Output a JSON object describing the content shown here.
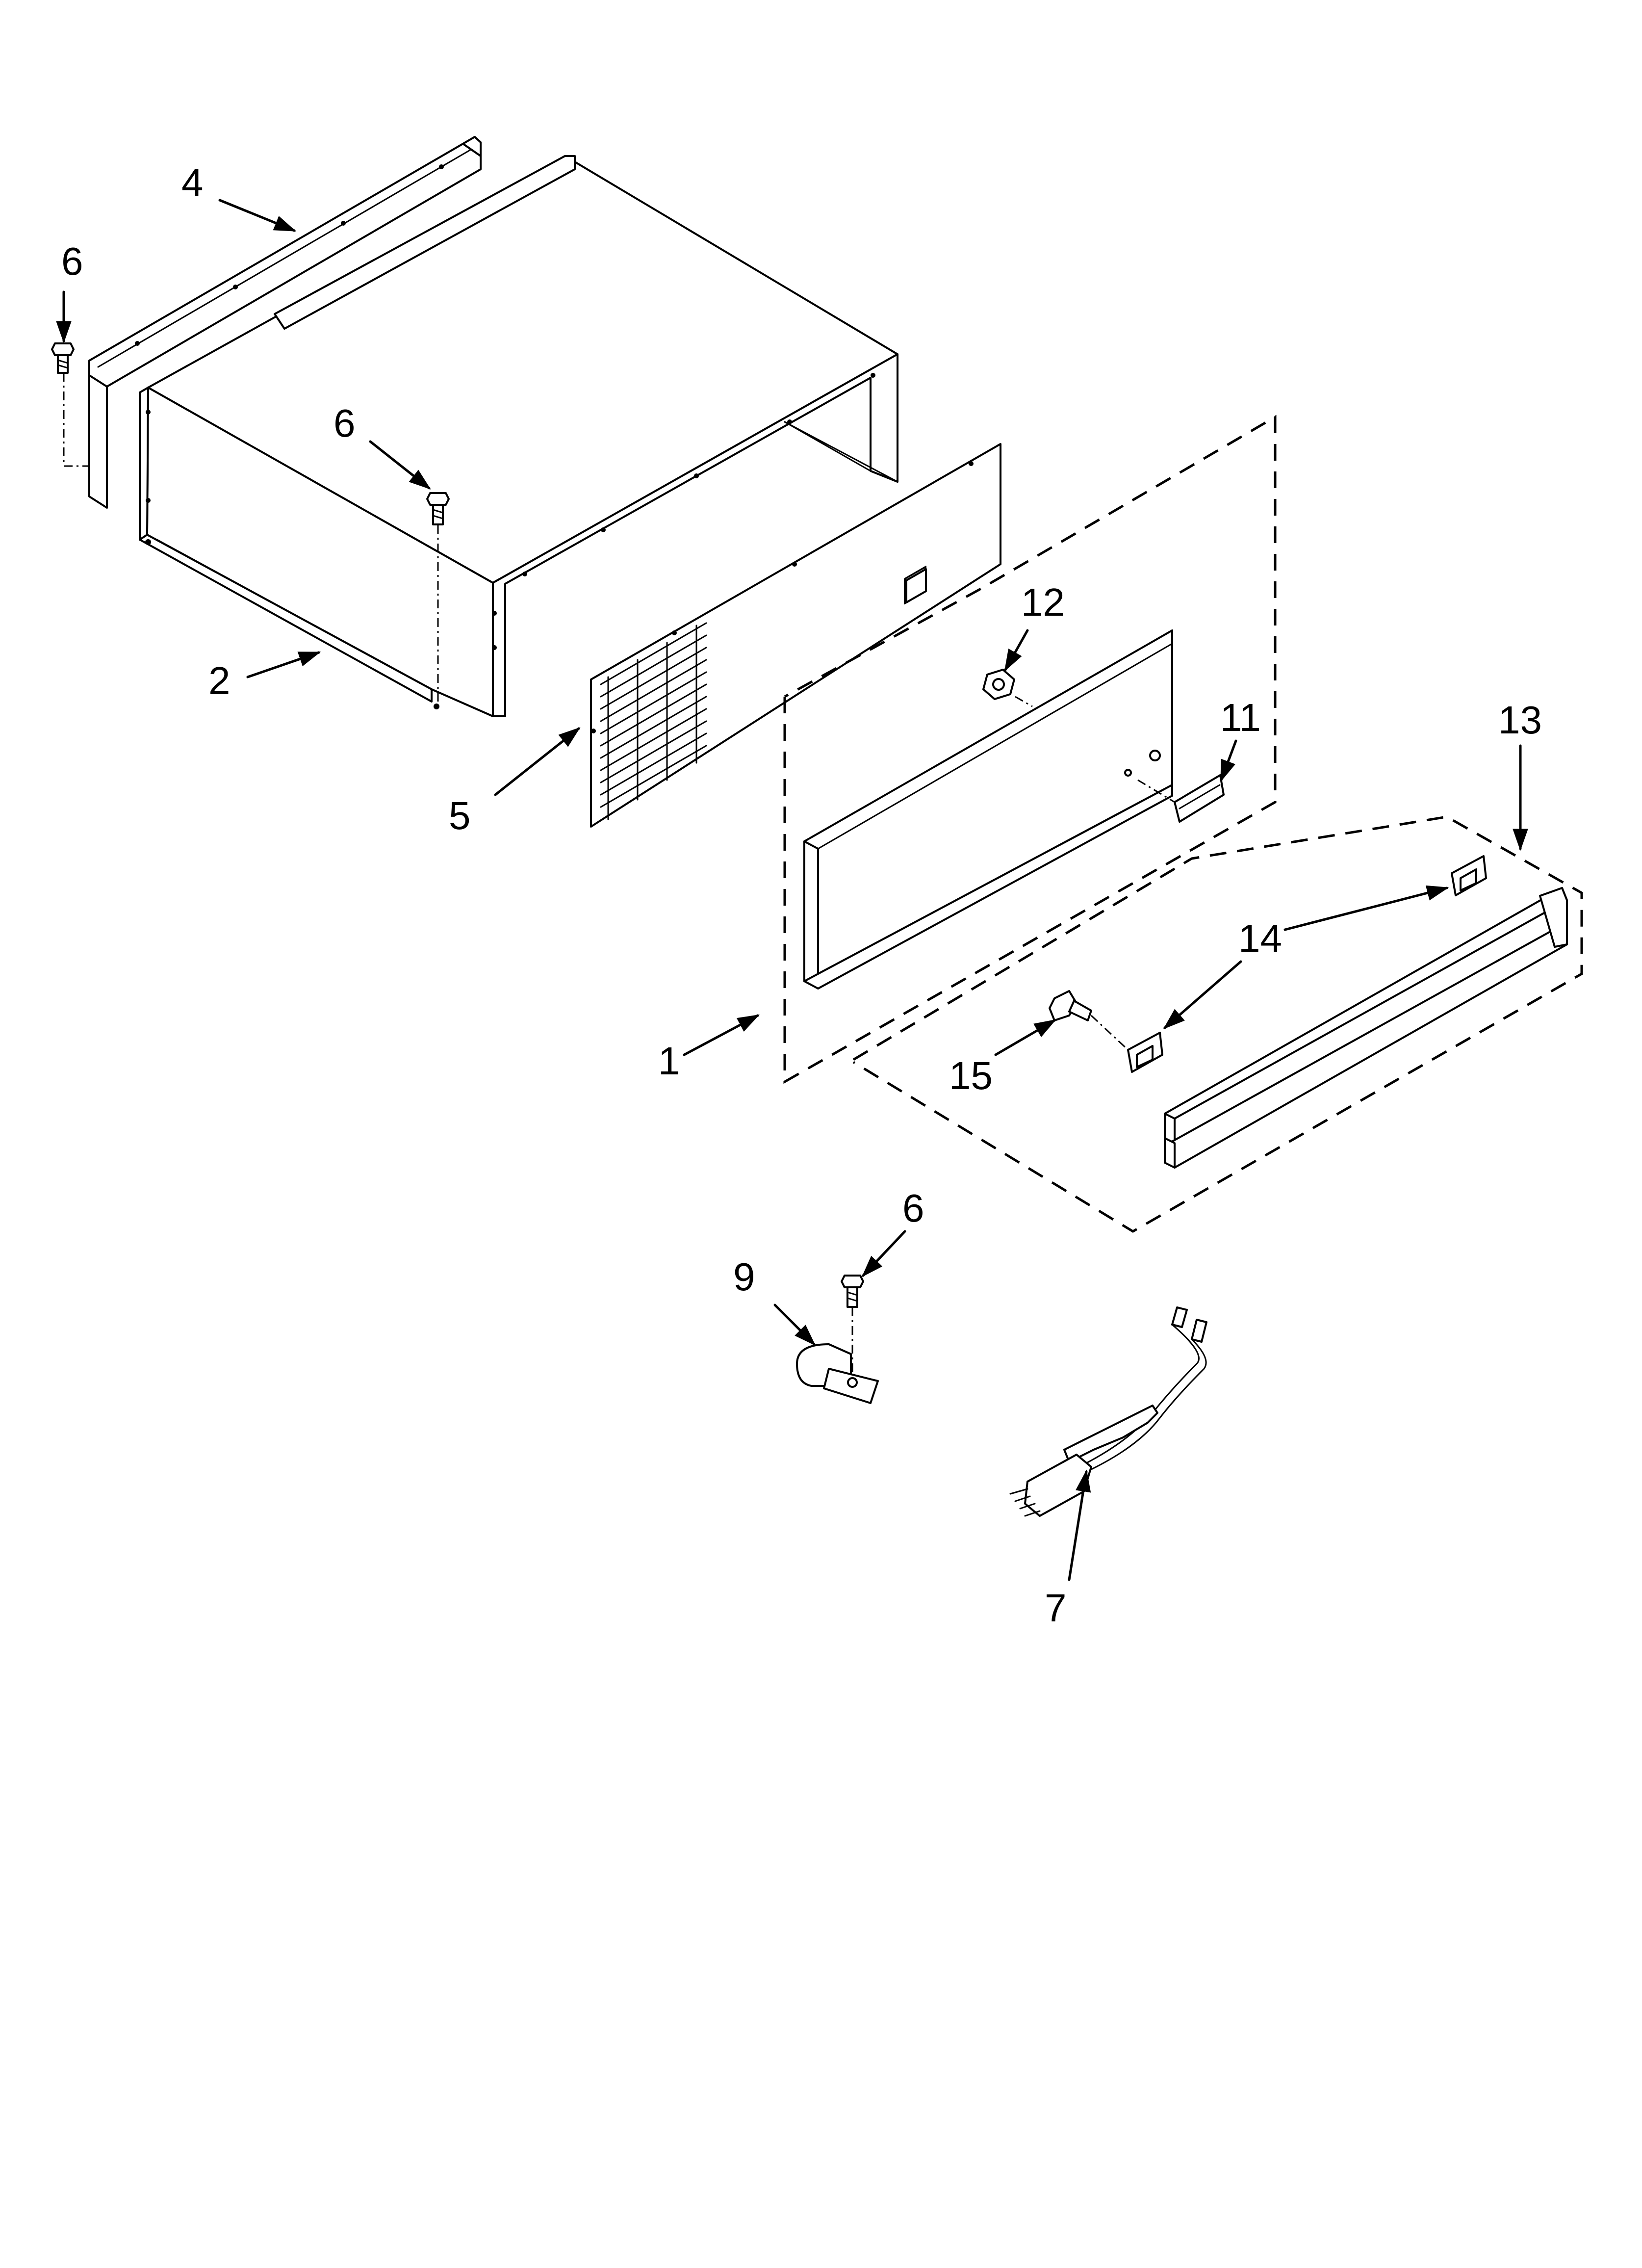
{
  "callouts": {
    "c4": "4",
    "c6a": "6",
    "c6b": "6",
    "c2": "2",
    "c5": "5",
    "c12": "12",
    "c11": "11",
    "c13": "13",
    "c14": "14",
    "c1": "1",
    "c15": "15",
    "c6c": "6",
    "c9": "9",
    "c7": "7"
  }
}
